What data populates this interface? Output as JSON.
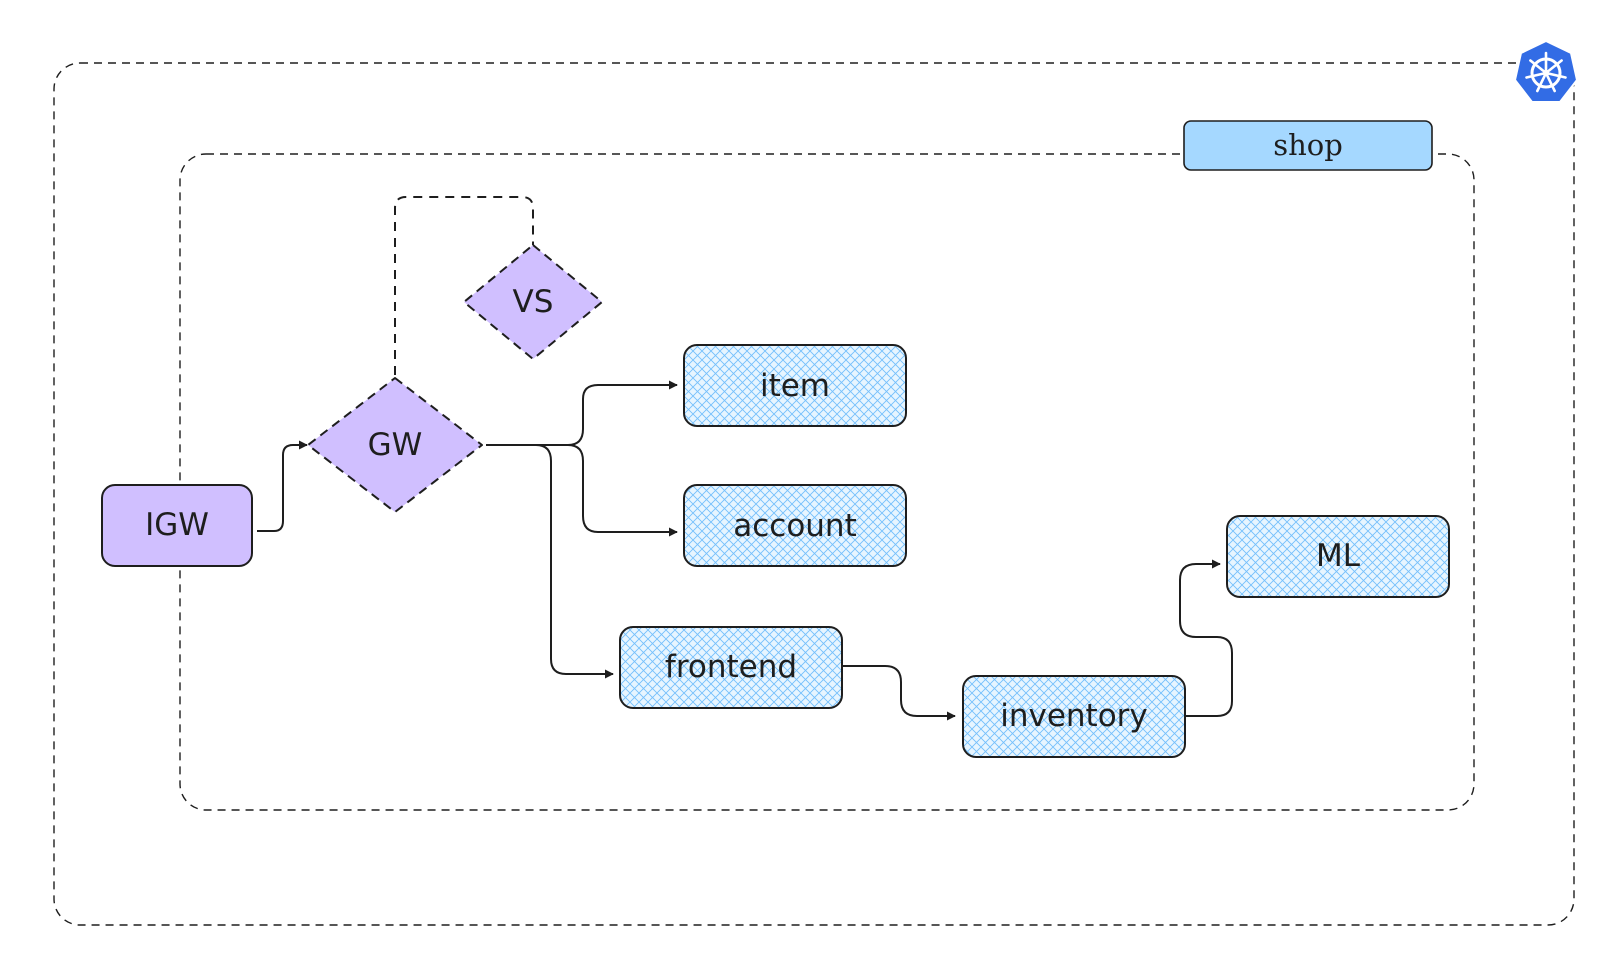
{
  "diagram": {
    "namespace_label": "shop",
    "nodes": {
      "igw": "IGW",
      "gw": "GW",
      "vs": "VS",
      "item": "item",
      "account": "account",
      "frontend": "frontend",
      "inventory": "inventory",
      "ml": "ML"
    },
    "icons": {
      "cluster": "kubernetes-icon"
    },
    "colors": {
      "gateway_fill": "#d0bfff",
      "service_fill": "#e7f5ff",
      "service_hatch": "#74c0fc",
      "namespace_tag_fill": "#a5d8ff",
      "kubernetes_blue": "#326ce5",
      "stroke": "#1e1e1e"
    }
  }
}
